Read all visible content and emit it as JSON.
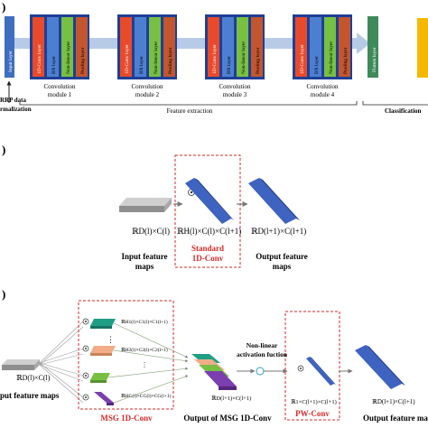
{
  "panel_a": {
    "input_layer": "Input layer",
    "left_caption_1": "RRP data",
    "left_caption_2": "rmalization",
    "conv_block_labels": [
      "1D-Conv layer",
      "BN layer",
      "Non-linear layer",
      "Pooling layer"
    ],
    "modules": [
      {
        "line1": "Convolution",
        "line2": "module 1"
      },
      {
        "line1": "Convolution",
        "line2": "module 2"
      },
      {
        "line1": "Convolution",
        "line2": "module 3"
      },
      {
        "line1": "Convolution",
        "line2": "module 4"
      }
    ],
    "feature_extraction": "Feature extraction",
    "flatten": "Flatten layer",
    "classification": "Classification",
    "colors": {
      "conv": "#e84b2c",
      "bn": "#4d7fd1",
      "nonlinear": "#77c043",
      "pool": "#c2562f",
      "module_bg": "#1f3f95",
      "arrow": "#b7cbe6",
      "input": "#3d6ebf",
      "flatten": "#3f8a5a",
      "output": "#f5b800"
    }
  },
  "panel_b": {
    "panel_label": ")",
    "std_label_1": "Standard",
    "std_label_2": "1D-Conv",
    "input_label_1": "Input feature",
    "input_label_2": "maps",
    "output_label_1": "Output feature",
    "output_label_2": "maps",
    "math_input": "ℝD(l)×C(l)",
    "math_kernel": "ℝH(l)×C(l)×C(l+1)",
    "math_output": "ℝD(l+1)×C(l+1)"
  },
  "panel_c": {
    "panel_label": ")",
    "input_label": "put feature maps",
    "math_input": "ℝD(l)×C(l)",
    "msg_label": "MSG 1D-Conv",
    "msg_output_label": "Output of MSG 1D-Conv",
    "nonlinear_1": "Non-linear",
    "nonlinear_2": "activation fuction",
    "pw_label": "PW-Conv",
    "output_label": "Output feature ma",
    "math_k1": "ℝH1(l)×C1(l)×C1(l+1)",
    "math_k2": "ℝH2(l)×C2(l)×C2(l+1)",
    "math_kg": "ℝHG(l)×CG(l)×CG(l+1)",
    "math_mid": "ℝD(l+1)×C(l+1)",
    "math_pw": "ℝ1×C(l+1)×C(l+1)",
    "math_out": "ℝD(l+1)×C(l+1)",
    "ellipsis": "⋮"
  }
}
